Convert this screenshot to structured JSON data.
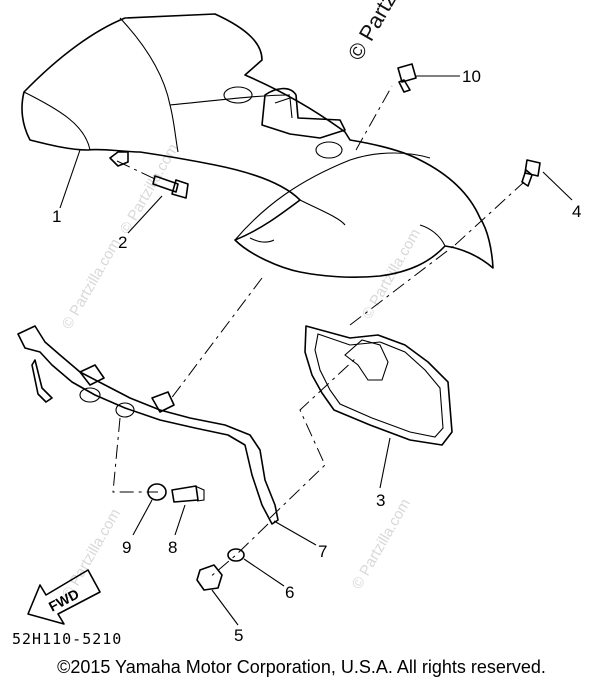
{
  "watermark_top": "© Partzilla",
  "watermark_repeat": "© Partzilla.com",
  "callouts": {
    "c1": "1",
    "c2": "2",
    "c3": "3",
    "c4": "4",
    "c5": "5",
    "c6": "6",
    "c7": "7",
    "c8": "8",
    "c9": "9",
    "c10": "10"
  },
  "direction_label": "FWD",
  "part_code": "52H110-5210",
  "copyright": "©2015  Yamaha Motor Corporation, U.S.A. All rights reserved."
}
